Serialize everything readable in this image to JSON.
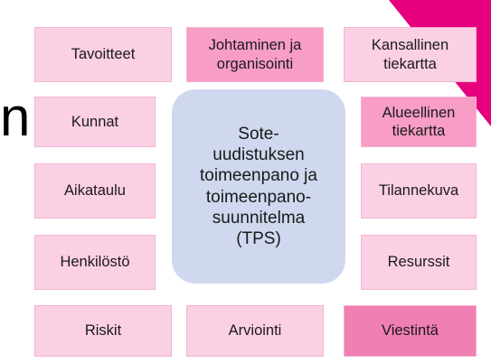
{
  "colors": {
    "background": "#ffffff",
    "magenta_band": "#e6007e",
    "box_light": "#fbd0e4",
    "box_medium": "#f79dc6",
    "box_strong": "#f07fb4",
    "center_fill": "#cfd8ee"
  },
  "background_fragment": "n",
  "center": {
    "label": "Sote-\nuudistuksen\ntoimeenpano ja\ntoimeenpano-\nsuunnitelma\n(TPS)"
  },
  "boxes": {
    "tavoitteet": "Tavoitteet",
    "johtaminen": "Johtaminen ja\norganisointi",
    "kansallinen": "Kansallinen\ntiekartta",
    "kunnat": "Kunnat",
    "alueellinen": "Alueellinen\ntiekartta",
    "aikataulu": "Aikataulu",
    "tilannekuva": "Tilannekuva",
    "henkilosto": "Henkilöstö",
    "resurssit": "Resurssit",
    "riskit": "Riskit",
    "arviointi": "Arviointi",
    "viestinta": "Viestintä"
  }
}
